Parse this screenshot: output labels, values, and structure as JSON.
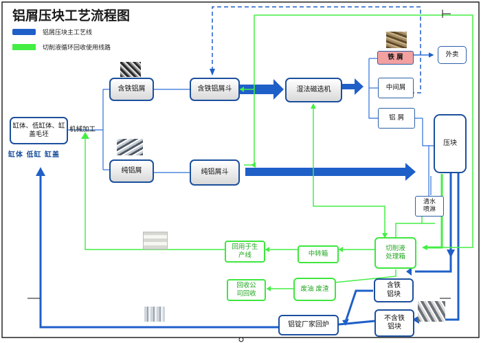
{
  "title": "铝屑压块工艺流程图",
  "legend": {
    "main_line": "铝屑压块主工艺线",
    "fluid_line": "切削液循环回收使用线路",
    "colors": {
      "main": "#1f5fc8",
      "fluid": "#44ee44"
    }
  },
  "nodes": {
    "source": "缸体、低缸体、缸盖毛坯",
    "machining": "机械加工",
    "iron_chips": "含铁铝屑",
    "iron_hopper": "含铁铝屑斗",
    "magnetic": "湿法磁选机",
    "iron": "铁 屑",
    "sell": "外卖",
    "middle": "中间屑",
    "aluminum": "铝 屑",
    "press": "压块",
    "pure_chips": "纯铝屑",
    "pure_hopper": "纯铝屑斗",
    "wash": "清水喷淋",
    "return_line": "回用于生产线",
    "transfer_tank": "中转箱",
    "fluid_tank": "切削液处理箱",
    "recycler": "回收公司回收",
    "waste_oil": "废油 废渣",
    "iron_block": "含铁铝块",
    "no_iron_block": "不含铁铝块",
    "smelter": "铝锭厂家回炉"
  },
  "source_icons": "缸体 低缸 缸盖"
}
